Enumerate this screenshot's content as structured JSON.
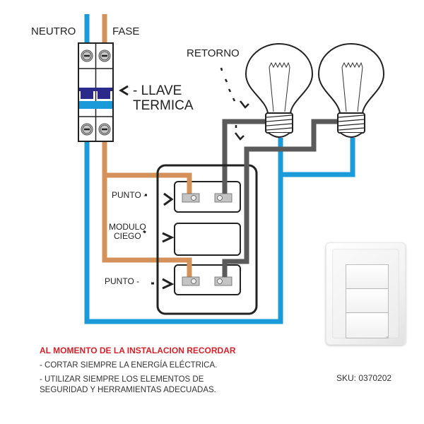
{
  "labels": {
    "neutro": "NEUTRO",
    "fase": "FASE",
    "retorno": "RETORNO",
    "llave_line1": "- LLAVE",
    "llave_line2": "TERMICA",
    "punto_1": "PUNTO -",
    "modulo_line1": "MODULO",
    "modulo_line2": "CIEGO",
    "punto_2": "PUNTO -"
  },
  "notes": {
    "title": "AL MOMENTO DE LA INSTALACION RECORDAR",
    "items": [
      "- CORTAR SIEMPRE LA ENERGÍA ELÉCTRICA.",
      "- UTILIZAR SIEMPRE LOS ELEMENTOS DE SEGURIDAD Y HERRAMIENTAS ADECUADAS."
    ]
  },
  "product": {
    "sku": "SKU: 0370202",
    "keys": 3
  },
  "colors": {
    "neutral_wire": "#1a9ad9",
    "phase_wire": "#d4915a",
    "return_wire": "#5a5a5a",
    "warning_title": "#d6202a",
    "breaker_handle": "#2b2a8a"
  }
}
